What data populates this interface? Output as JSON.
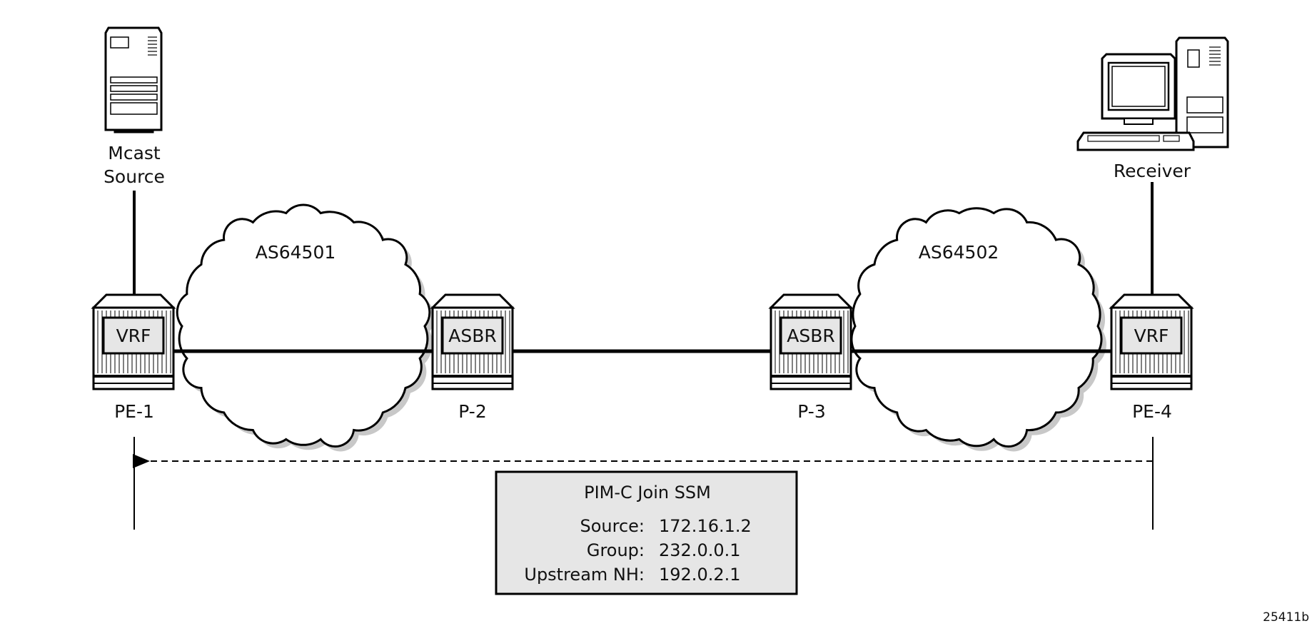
{
  "nodes": {
    "source": {
      "label_line1": "Mcast",
      "label_line2": "Source"
    },
    "receiver": {
      "label": "Receiver"
    },
    "pe1": {
      "label": "PE-1",
      "box": "VRF"
    },
    "p2": {
      "label": "P-2",
      "box": "ASBR"
    },
    "p3": {
      "label": "P-3",
      "box": "ASBR"
    },
    "pe4": {
      "label": "PE-4",
      "box": "VRF"
    }
  },
  "clouds": [
    {
      "label": "AS64501"
    },
    {
      "label": "AS64502"
    }
  ],
  "message": {
    "title": "PIM-C Join SSM",
    "rows": [
      {
        "key": "Source:",
        "value": "172.16.1.2"
      },
      {
        "key": "Group:",
        "value": "232.0.0.1"
      },
      {
        "key": "Upstream NH:",
        "value": "192.0.2.1"
      }
    ]
  },
  "figure_id": "25411b",
  "colors": {
    "box_fill": "#e6e6e6",
    "shadow": "#c8c8c8",
    "line": "#000000"
  }
}
